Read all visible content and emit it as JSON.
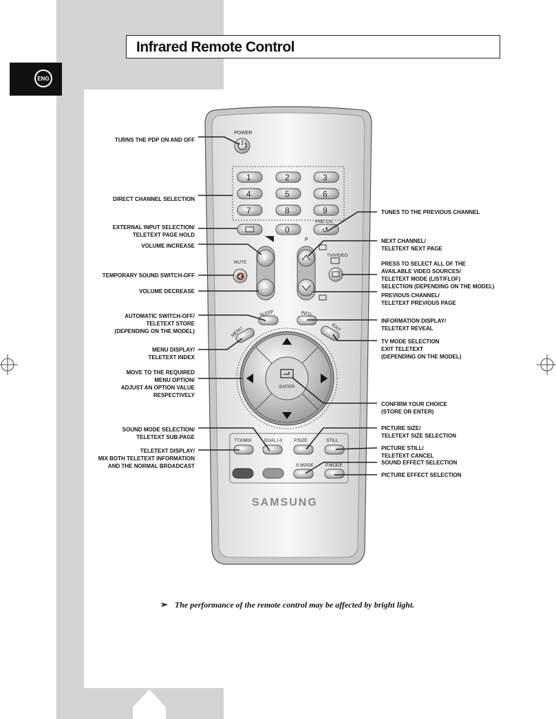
{
  "header": {
    "title": "Infrared Remote Control",
    "lang_tab": "ENG"
  },
  "labels_left": [
    {
      "id": "power",
      "text": "TURNS THE PDP ON AND OFF"
    },
    {
      "id": "direct",
      "text": "DIRECT CHANNEL SELECTION"
    },
    {
      "id": "ext",
      "text": "EXTERNAL INPUT SELECTION/\nTELETEXT PAGE HOLD"
    },
    {
      "id": "volup",
      "text": "VOLUME INCREASE"
    },
    {
      "id": "mute",
      "text": "TEMPORARY SOUND SWITCH-OFF"
    },
    {
      "id": "voldn",
      "text": "VOLUME DECREASE"
    },
    {
      "id": "sleep",
      "text": "AUTOMATIC SWITCH-OFF/\nTELETEXT STORE\n(DEPENDING ON THE MODEL)"
    },
    {
      "id": "menu",
      "text": "MENU DISPLAY/\nTELETEXT INDEX"
    },
    {
      "id": "move",
      "text": "MOVE TO THE REQUIRED\nMENU OPTION/\nADJUST AN OPTION VALUE\nRESPECTIVELY"
    },
    {
      "id": "sound",
      "text": "SOUND MODE SELECTION/\nTELETEXT SUB-PAGE"
    },
    {
      "id": "ttx",
      "text": "TELETEXT DISPLAY/\nMIX BOTH TELETEXT INFORMATION\nAND THE NORMAL BROADCAST"
    }
  ],
  "labels_right": [
    {
      "id": "prech",
      "text": "TUNES TO THE PREVIOUS CHANNEL"
    },
    {
      "id": "next",
      "text": "NEXT CHANNEL/\nTELETEXT NEXT PAGE"
    },
    {
      "id": "tvvideo",
      "text": "PRESS TO SELECT ALL OF THE\nAVAILABLE VIDEO SOURCES/\nTELETEXT MODE (LIST/FLOF)\nSELECTION (DEPENDING ON THE MODEL)"
    },
    {
      "id": "prev",
      "text": "PREVIOUS CHANNEL/\nTELETEXT PREVIOUS PAGE"
    },
    {
      "id": "info",
      "text": "INFORMATION DISPLAY/\nTELETEXT REVEAL"
    },
    {
      "id": "exit",
      "text": "TV MODE SELECTION\nEXIT TELETEXT\n(DEPENDING ON THE MODEL)"
    },
    {
      "id": "enter",
      "text": "CONFIRM YOUR CHOICE\n(STORE OR ENTER)"
    },
    {
      "id": "psize",
      "text": "PICTURE SIZE/\nTELETEXT SIZE SELECTION"
    },
    {
      "id": "still",
      "text": "PICTURE STILL/\nTELETEXT CANCEL"
    },
    {
      "id": "smode",
      "text": "SOUND EFFECT SELECTION"
    },
    {
      "id": "pmode",
      "text": "PICTURE EFFECT SELECTION"
    }
  ],
  "remote": {
    "power_label": "POWER",
    "digits": [
      "1",
      "2",
      "3",
      "4",
      "5",
      "6",
      "7",
      "8",
      "9",
      "0"
    ],
    "prech_label": "PRE-CH",
    "p_label": "P",
    "mute_label": "MUTE",
    "tvvideo_label": "TV/VIDEO",
    "sleep_label": "SLEEP",
    "info_label": "INFO",
    "menu_label": "MENU",
    "exit_label": "EXIT",
    "enter_label": "ENTER",
    "ttx_label": "TTX/MIX",
    "dual_label": "DUAL I-II",
    "psize_label": "P.SIZE",
    "still_label": "STILL",
    "smode_label": "S.MODE",
    "pmode_label": "P.MODE",
    "brand": "SAMSUNG"
  },
  "note": "The performance of the remote control may be affected by bright light."
}
